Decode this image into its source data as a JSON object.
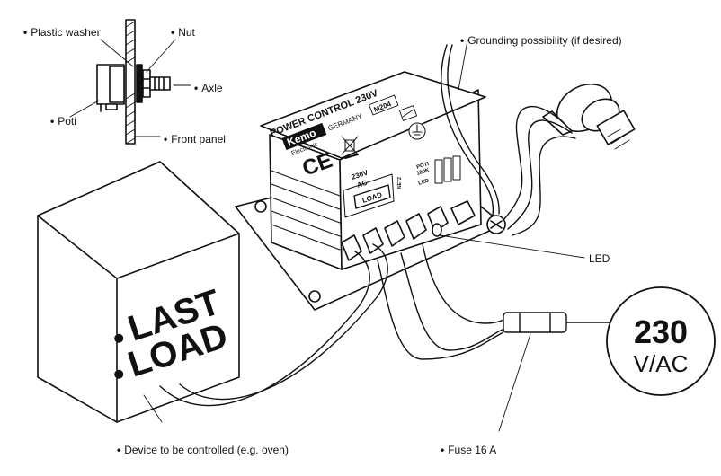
{
  "callouts": {
    "plastic_washer": "Plastic washer",
    "nut": "Nut",
    "axle": "Axle",
    "poti": "Poti",
    "front_panel": "Front panel",
    "grounding": "Grounding possibility (if desired)",
    "led": "LED",
    "device": "Device to be controlled (e.g. oven)",
    "fuse": "Fuse 16 A"
  },
  "bullet": "•",
  "module": {
    "title": "POWER CONTROL 230V",
    "brand": "Kemo",
    "country": "GERMANY",
    "model": "M204",
    "brand_sub": "Electronic",
    "ce": "CE",
    "ac_label_1": "230V",
    "ac_label_2": "AC",
    "load_label": "LOAD",
    "poti_label_1": "POTI",
    "poti_label_2": "100K",
    "led_label": "LED",
    "netz_label": "NETZ"
  },
  "load_box": {
    "line1": "LAST",
    "line2": "LOAD"
  },
  "mains_circle": {
    "line1": "230",
    "line2": "V/AC"
  }
}
